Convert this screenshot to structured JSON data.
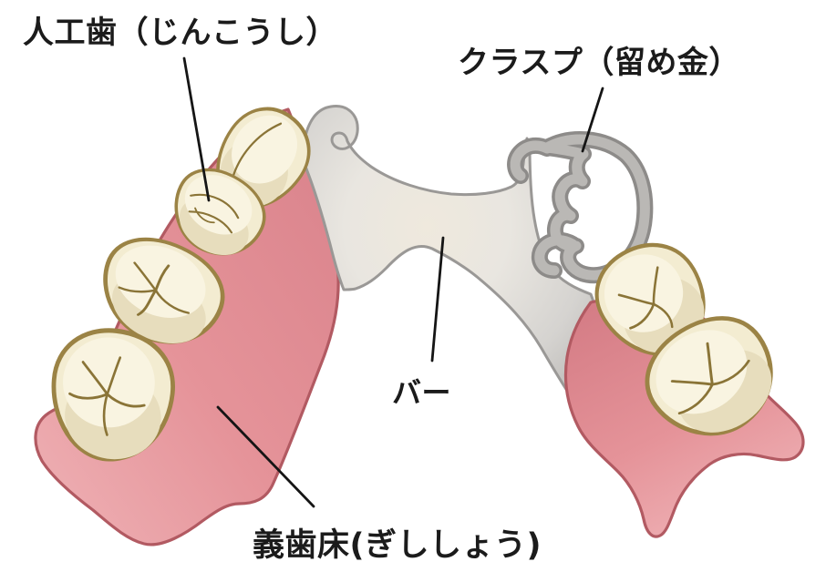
{
  "diagram": {
    "type": "dental-illustration",
    "subject": "partial-denture-structure",
    "labels": [
      {
        "id": "artificial-tooth",
        "text": "人工歯（じんこうし）"
      },
      {
        "id": "clasp",
        "text": "クラスプ（留め金）"
      },
      {
        "id": "bar",
        "text": "バー"
      },
      {
        "id": "denture-base",
        "text": "義歯床(ぎししょう)"
      }
    ],
    "palette": {
      "gum_pink": "#e2929a",
      "gum_outline": "#b25a62",
      "tooth_cream": "#f3ecd1",
      "tooth_outline": "#9b8345",
      "metal_gray": "#c9c7c3",
      "metal_outline": "#8d8b89",
      "label_text": "#1b1b1b"
    }
  }
}
